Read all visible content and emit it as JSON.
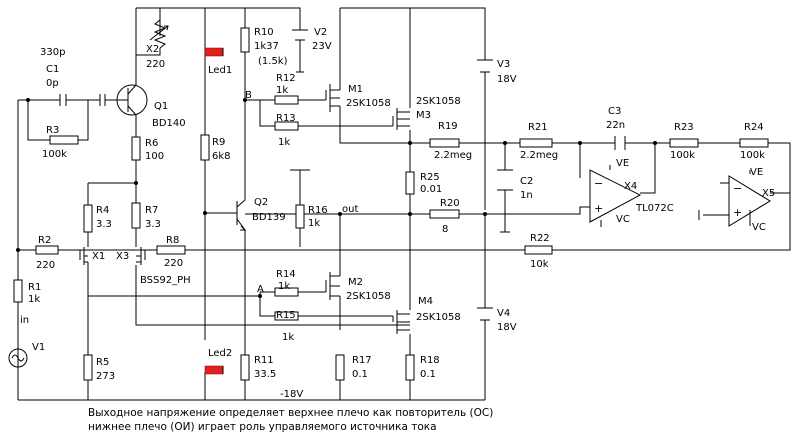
{
  "schematic": {
    "components": {
      "C1": {
        "ref": "C1",
        "value": "0p",
        "extra": "330p"
      },
      "R3": {
        "ref": "R3",
        "value": "100k"
      },
      "R2": {
        "ref": "R2",
        "value": "220"
      },
      "R1": {
        "ref": "R1",
        "value": "1k"
      },
      "V1": {
        "ref": "V1"
      },
      "in": {
        "label": "in"
      },
      "X2": {
        "ref": "X2",
        "value": "220"
      },
      "Q1": {
        "ref": "Q1",
        "value": "BD140"
      },
      "R6": {
        "ref": "R6",
        "value": "100"
      },
      "R7": {
        "ref": "R7",
        "value": "3.3"
      },
      "R4": {
        "ref": "R4",
        "value": "3.3"
      },
      "R5": {
        "ref": "R5",
        "value": "273"
      },
      "X1": {
        "ref": "X1"
      },
      "X3": {
        "ref": "X3",
        "value": "BSS92_PH"
      },
      "R8": {
        "ref": "R8",
        "value": "220"
      },
      "R10": {
        "ref": "R10",
        "value": "1k37",
        "extra": "(1.5k)"
      },
      "V2": {
        "ref": "V2",
        "value": "23V"
      },
      "Led1": {
        "ref": "Led1"
      },
      "R9": {
        "ref": "R9",
        "value": "6k8"
      },
      "Q2": {
        "ref": "Q2",
        "value": "BD139"
      },
      "Led2": {
        "ref": "Led2"
      },
      "R11": {
        "ref": "R11",
        "value": "33.5"
      },
      "R12": {
        "ref": "R12",
        "value": "1k"
      },
      "R13": {
        "ref": "R13",
        "value": "1k"
      },
      "R14": {
        "ref": "R14",
        "value": "1k"
      },
      "R15": {
        "ref": "R15",
        "value": "1k"
      },
      "R16": {
        "ref": "R16",
        "value": "1k"
      },
      "R17": {
        "ref": "R17",
        "value": "0.1"
      },
      "R18": {
        "ref": "R18",
        "value": "0.1"
      },
      "M1": {
        "ref": "M1",
        "value": "2SK1058"
      },
      "M2": {
        "ref": "M2",
        "value": "2SK1058"
      },
      "M3": {
        "ref": "M3",
        "value": "2SK1058"
      },
      "M4": {
        "ref": "M4",
        "value": "2SK1058"
      },
      "V3": {
        "ref": "V3",
        "value": "18V"
      },
      "V4": {
        "ref": "V4",
        "value": "18V"
      },
      "R19": {
        "ref": "R19",
        "value": "2.2meg"
      },
      "R21": {
        "ref": "R21",
        "value": "2.2meg"
      },
      "R25": {
        "ref": "R25",
        "value": "0.01"
      },
      "R20": {
        "ref": "R20",
        "value": "8"
      },
      "R22": {
        "ref": "R22",
        "value": "10k"
      },
      "C2": {
        "ref": "C2",
        "value": "1n"
      },
      "C3": {
        "ref": "C3",
        "value": "22n"
      },
      "R23": {
        "ref": "R23",
        "value": "100k"
      },
      "R24": {
        "ref": "R24",
        "value": "100k"
      },
      "X4": {
        "ref": "X4",
        "value": "TL072C"
      },
      "X5": {
        "ref": "X5"
      }
    },
    "nodes": {
      "A": "A",
      "B": "B",
      "out": "out",
      "neg18": "-18V",
      "VE": "VE",
      "VC": "VC"
    }
  },
  "notes": [
    "Выходное напряжение определяет верхнее плечо как повторитель (ОС)",
    "нижнее плечо (ОИ) играет роль управляемого источника тока"
  ]
}
